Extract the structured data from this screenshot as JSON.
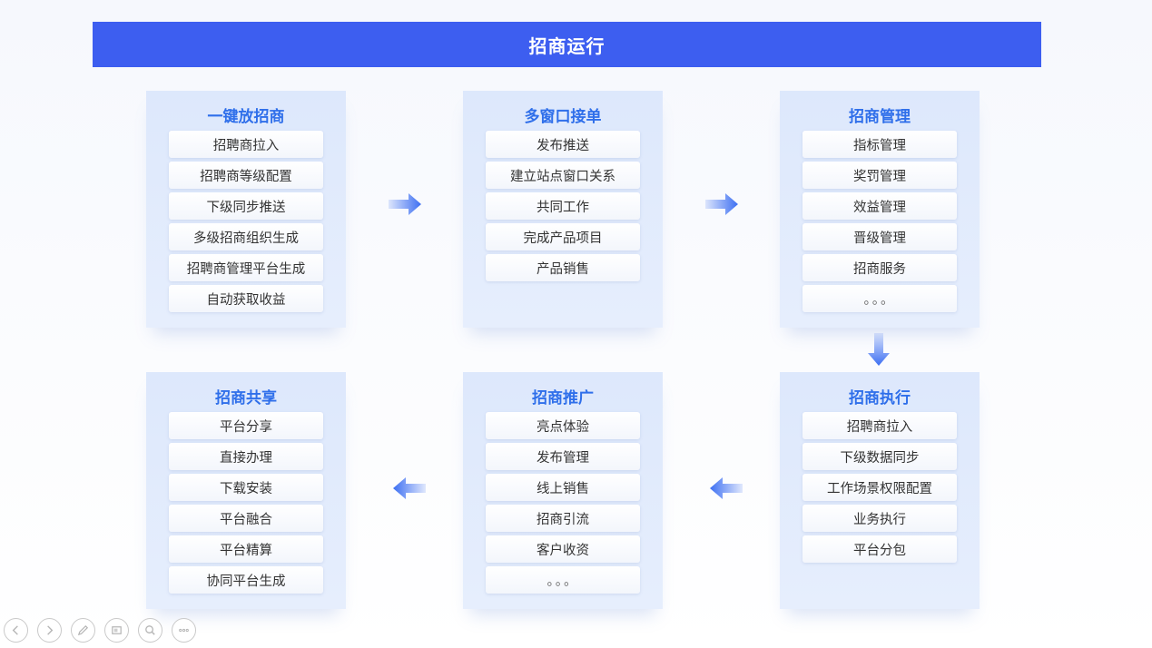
{
  "header": {
    "title": "招商运行"
  },
  "cards": {
    "c1": {
      "title": "一键放招商",
      "items": [
        "招聘商拉入",
        "招聘商等级配置",
        "下级同步推送",
        "多级招商组织生成",
        "招聘商管理平台生成",
        "自动获取收益"
      ]
    },
    "c2": {
      "title": "多窗口接单",
      "items": [
        "发布推送",
        "建立站点窗口关系",
        "共同工作",
        "完成产品项目",
        "产品销售"
      ]
    },
    "c3": {
      "title": "招商管理",
      "items": [
        "指标管理",
        "奖罚管理",
        "效益管理",
        "晋级管理",
        "招商服务",
        "。。。"
      ]
    },
    "c4": {
      "title": "招商共享",
      "items": [
        "平台分享",
        "直接办理",
        "下载安装",
        "平台融合",
        "平台精算",
        "协同平台生成"
      ]
    },
    "c5": {
      "title": "招商推广",
      "items": [
        "亮点体验",
        "发布管理",
        "线上销售",
        "招商引流",
        "客户收资",
        "。。。"
      ]
    },
    "c6": {
      "title": "招商执行",
      "items": [
        "招聘商拉入",
        "下级数据同步",
        "工作场景权限配置",
        "业务执行",
        "平台分包"
      ]
    }
  },
  "arrows": {
    "right_1": "arrow-right-icon",
    "right_2": "arrow-right-icon",
    "down": "arrow-down-icon",
    "left_1": "arrow-left-icon",
    "left_2": "arrow-left-icon"
  },
  "toolbar": [
    "prev-icon",
    "next-icon",
    "pen-icon",
    "slides-icon",
    "zoom-icon",
    "more-icon"
  ],
  "colors": {
    "header_bg": "#3d5ef0",
    "card_title": "#2f6fea",
    "card_bg": "#dde8fc",
    "arrow": "#3d6ff2"
  }
}
